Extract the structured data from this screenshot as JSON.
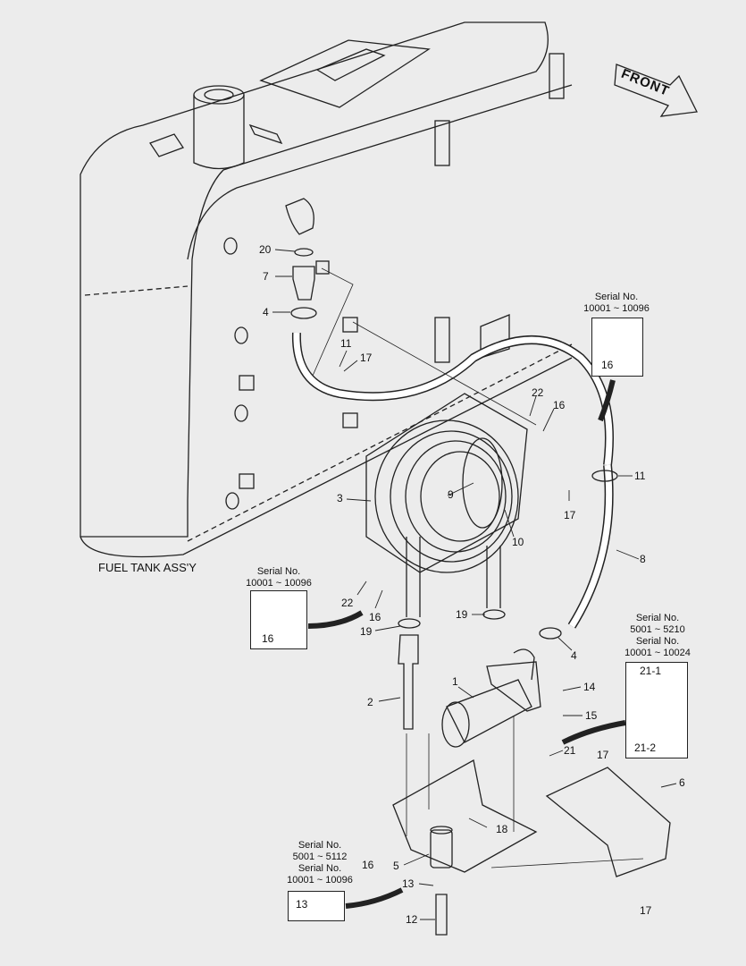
{
  "title": "FUEL TANK ASS'Y",
  "direction": "FRONT",
  "serial_notes": {
    "a": {
      "line1": "Serial No.",
      "line2": "10001 ~ 10096"
    },
    "b": {
      "line1": "Serial No.",
      "line2": "10001 ~ 10096"
    },
    "c": {
      "line1": "Serial No.",
      "line2": "5001 ~ 5210",
      "line3": "Serial No.",
      "line4": "10001 ~ 10024"
    },
    "d": {
      "line1": "Serial No.",
      "line2": "5001 ~ 5112",
      "line3": "Serial No.",
      "line4": "10001 ~ 10096"
    }
  },
  "detail_labels": {
    "a_part": "16",
    "b_part": "16",
    "c_part1": "21-1",
    "c_part2": "21-2",
    "d_part": "13"
  },
  "callouts": [
    "20",
    "7",
    "4",
    "11",
    "17",
    "22",
    "16",
    "3",
    "9",
    "10",
    "11",
    "17",
    "8",
    "22",
    "16",
    "19",
    "19",
    "4",
    "2",
    "1",
    "14",
    "15",
    "21",
    "17",
    "6",
    "18",
    "16",
    "5",
    "13",
    "12",
    "17"
  ]
}
